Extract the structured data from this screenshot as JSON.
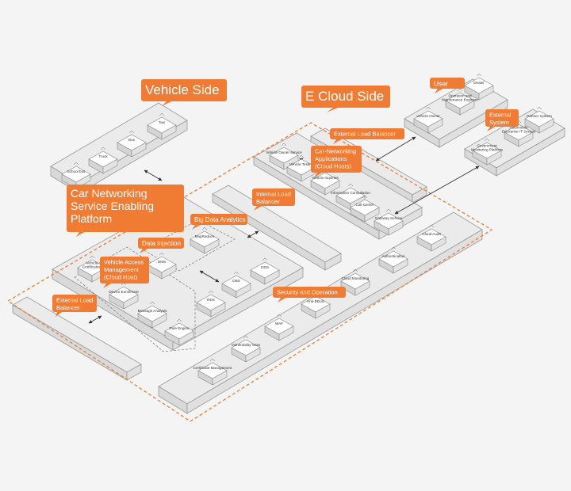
{
  "callouts": {
    "vehicle_side": "Vehicle Side",
    "e_cloud_side": "E Cloud Side",
    "car_networking_platform": [
      "Car Networking",
      "Service Enabling",
      " Platform"
    ],
    "big_data_analytics": "Big Data Analytics",
    "data_injection": "Data Injection",
    "vehicle_access_management": [
      "Vehicle Access",
      "Management",
      "(Cloud Host)"
    ],
    "external_load_balancer_left": [
      "External Load",
      "Balancer"
    ],
    "internal_load_balancer": [
      "Internal Load",
      "Balancer"
    ],
    "external_load_balancer_top": "External Load Balancer",
    "car_networking_applications": [
      "Car-Networking",
      "Applications",
      "(Cloud Hosts)"
    ],
    "security_and_operation": "Security and Operation",
    "user": "User",
    "external_system": [
      "External",
      "System"
    ]
  },
  "vehicles": [
    "School bus",
    "Truck",
    "Bus",
    "Taxi"
  ],
  "platform_services": {
    "vehicle_certification": [
      "Vehicle",
      "Certification"
    ],
    "device_enrollment": "Device Enrollment",
    "message_analysis": "Message Analysis",
    "rule_engine": "Rule Engine",
    "mapreduce": "MapReduce",
    "dms": "DMS",
    "obs": "OBS",
    "dds": "DDS",
    "rds": "RDS"
  },
  "applications": [
    "Vehicle Owner service",
    "Vehicle Testing",
    "Vehicle Inquiries",
    "Information Consultation",
    "Call Center",
    "Gateway Service"
  ],
  "security": [
    "Certificate Management",
    "Vulnerability Scan",
    "WAF",
    "Anti-DDoS",
    "Cloud Monitoring",
    "Authentication",
    "Cloud Audit"
  ],
  "users": {
    "dealer": "Dealer",
    "operation_engineer": [
      "Operation and",
      "Maintenance Engineer"
    ],
    "vehicle_owner": "Vehicle Owner"
  },
  "external_systems": {
    "partner_system": "Partner System",
    "automobile_it": [
      "Automobile",
      "Enterprise IT System"
    ],
    "government_platform": [
      "Government",
      "Monitoring Platform"
    ]
  },
  "colors": {
    "accent": "#f07c33",
    "dashed": "#f07c33",
    "platform_fill": "#e9e9e9",
    "platform_stroke": "#9a9a9a",
    "box_fill": "#ffffff",
    "box_side": "#d8d8d8"
  }
}
